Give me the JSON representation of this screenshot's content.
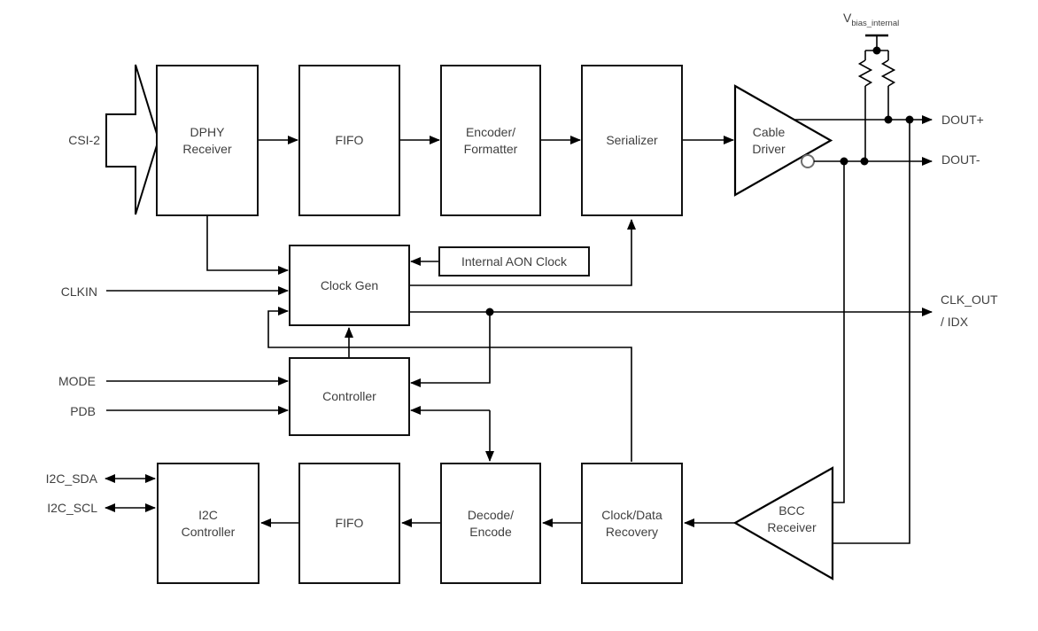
{
  "colors": {
    "line": "#000000",
    "box_border": "#111111",
    "text": "#3f3f3f",
    "background": "#ffffff"
  },
  "blocks": {
    "dphy_receiver": "DPHY\nReceiver",
    "fifo_top": "FIFO",
    "encoder_formatter": "Encoder/\nFormatter",
    "serializer": "Serializer",
    "cable_driver": "Cable\nDriver",
    "clock_gen": "Clock Gen",
    "internal_aon_clock": "Internal AON Clock",
    "controller": "Controller",
    "i2c_controller": "I2C\nController",
    "fifo_bottom": "FIFO",
    "decode_encode": "Decode/\nEncode",
    "clock_data_recovery": "Clock/Data\nRecovery",
    "bcc_receiver": "BCC\nReceiver"
  },
  "ports": {
    "csi2": "CSI-2",
    "clkin": "CLKIN",
    "mode": "MODE",
    "pdb": "PDB",
    "i2c_sda": "I2C_SDA",
    "i2c_scl": "I2C_SCL",
    "dout_plus": "DOUT+",
    "dout_minus": "DOUT-",
    "clk_out": "CLK_OUT",
    "clk_out_alt": "/ IDX",
    "vbias_base": "V",
    "vbias_sub": "bias_internal"
  }
}
